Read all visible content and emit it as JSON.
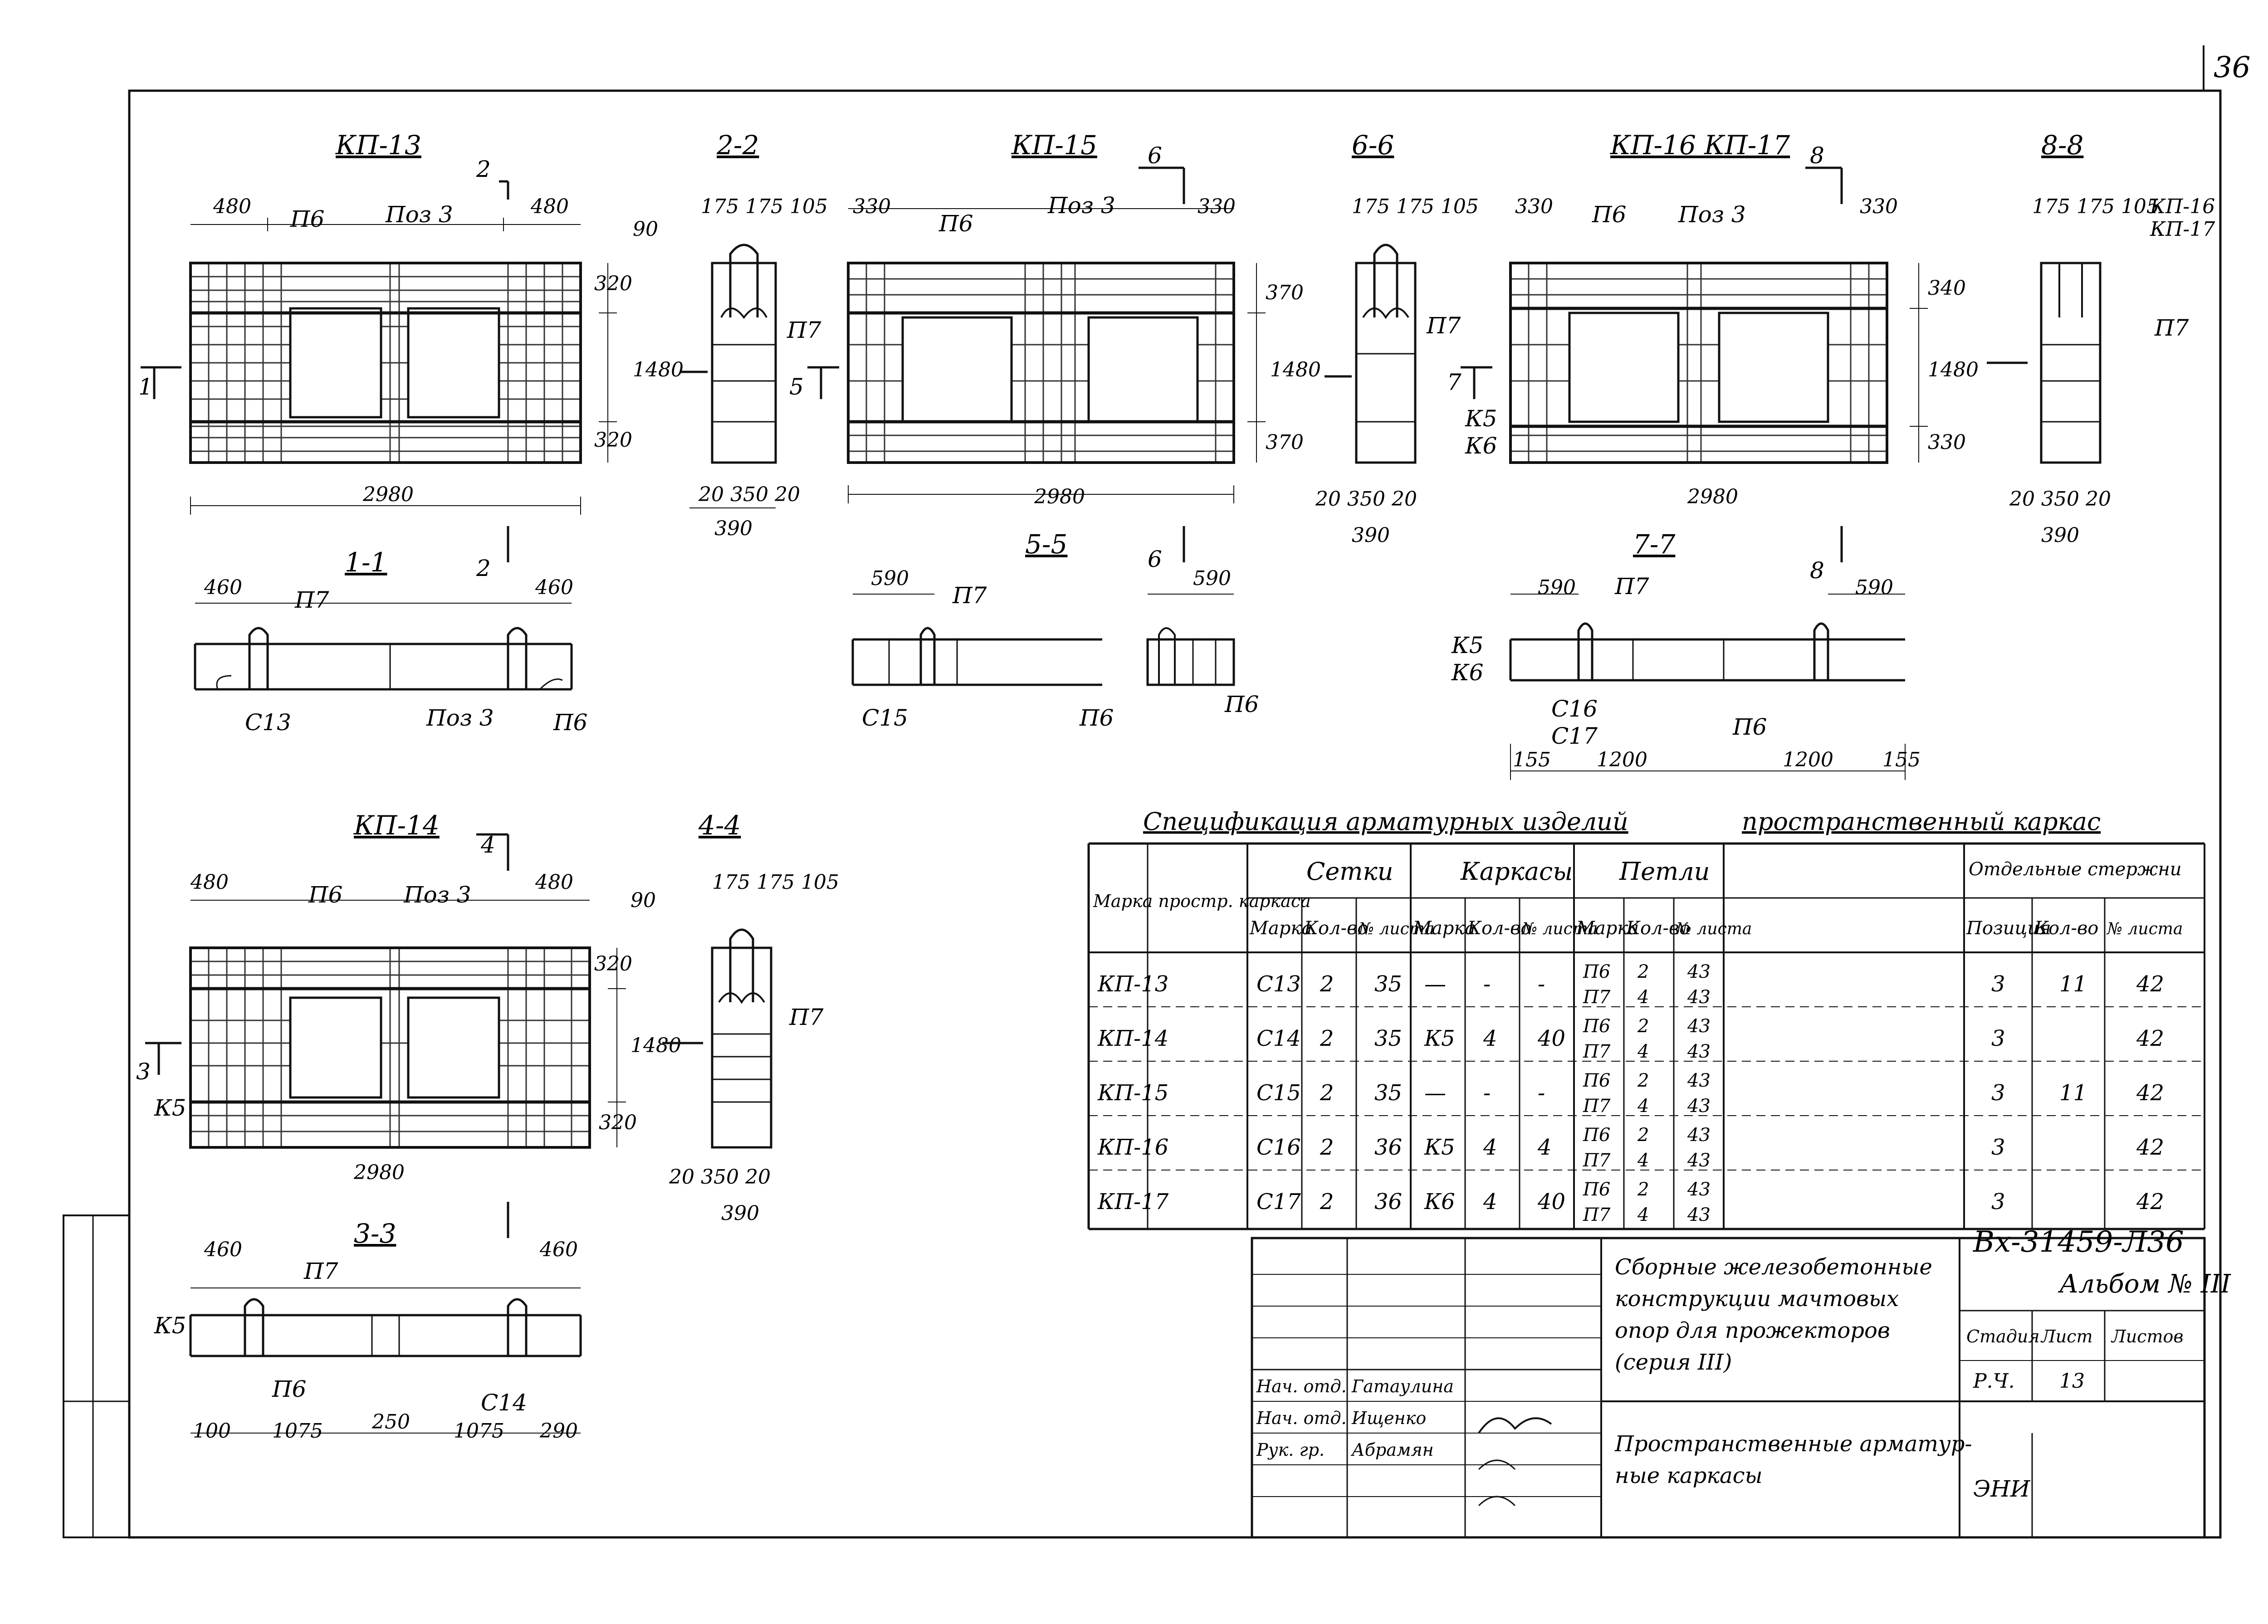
{
  "sheet_number": "36",
  "views": {
    "kp13": {
      "title": "КП-13",
      "d480a": "480",
      "d480b": "480",
      "p6": "П6",
      "poz3": "Поз 3",
      "d90": "90",
      "d320a": "320",
      "d1480": "1480",
      "d320b": "320",
      "d2980": "2980",
      "cut1": "1",
      "cut2a": "2",
      "cut2b": "2"
    },
    "s22": {
      "title": "2-2",
      "top": "175 175 105",
      "p7": "П7",
      "bottom": "20 350 20",
      "total": "390"
    },
    "kp15": {
      "title": "КП-15",
      "d330a": "330",
      "d330b": "330",
      "p6": "П6",
      "poz3": "Поз 3",
      "d370a": "370",
      "d1480": "1480",
      "d370b": "370",
      "d2980": "2980",
      "cut5": "5",
      "cut6a": "6",
      "cut6b": "6"
    },
    "s66": {
      "title": "6-6",
      "top": "175 175 105",
      "p7": "П7",
      "bottom": "20 350 20",
      "total": "390"
    },
    "kp16": {
      "title": "КП-16  КП-17",
      "d330a": "330",
      "d330b": "330",
      "p6": "П6",
      "poz3": "Поз 3",
      "d340": "340",
      "d1480": "1480",
      "d330c": "330",
      "d2980": "2980",
      "k5": "К5",
      "k6": "К6",
      "cut7": "7",
      "cut8a": "8",
      "cut8b": "8"
    },
    "s88": {
      "title": "8-8",
      "top": "175 175 105",
      "k16": "КП-16",
      "k17": "КП-17",
      "p7": "П7",
      "bottom": "20 350 20",
      "total": "390"
    },
    "s11": {
      "title": "1-1",
      "d460a": "460",
      "d460b": "460",
      "p7": "П7",
      "c13": "С13",
      "poz3": "Поз 3",
      "p6": "П6"
    },
    "s55": {
      "title": "5-5",
      "d590a": "590",
      "d590b": "590",
      "p7": "П7",
      "c15": "С15",
      "p6a": "П6",
      "p6b": "П6"
    },
    "s77": {
      "title": "7-7",
      "d590a": "590",
      "d590b": "590",
      "p7": "П7",
      "k5": "К5",
      "k6": "К6",
      "c16": "С16",
      "c17": "С17",
      "p6": "П6",
      "d155a": "155",
      "d1200a": "1200",
      "d1200b": "1200",
      "d155b": "155"
    },
    "kp14": {
      "title": "КП-14",
      "d480a": "480",
      "d480b": "480",
      "p6": "П6",
      "poz3": "Поз 3",
      "d90": "90",
      "d320a": "320",
      "d1480": "1480",
      "d320b": "320",
      "d2980": "2980",
      "k5": "К5",
      "cut3": "3",
      "cut4": "4"
    },
    "s44": {
      "title": "4-4",
      "top": "175 175 105",
      "p7": "П7",
      "bottom": "20 350 20",
      "total": "390"
    },
    "s33": {
      "title": "3-3",
      "d460a": "460",
      "d460b": "460",
      "p7": "П7",
      "k5": "К5",
      "p6": "П6",
      "c14": "С14",
      "d100": "100",
      "d1075a": "1075",
      "d250": "250",
      "d1075b": "1075",
      "d290": "290"
    }
  },
  "spec": {
    "title_left": "Спецификация арматурных изделий",
    "title_right": "пространственный каркас",
    "headers": {
      "marka": "Марка простр. каркаса",
      "setki": "Сетки",
      "karkasy": "Каркасы",
      "petli": "Петли",
      "otd": "Отдельные стержни",
      "sub_marka": "Марка",
      "sub_kol": "Кол-во",
      "sub_list": "№ листа",
      "sub_poz": "Позиция",
      "sub_kolo": "Кол-во"
    },
    "rows": [
      {
        "mark": "КП-13",
        "s_mark": "С13",
        "s_kol": "2",
        "s_list": "35",
        "k_mark": "—",
        "k_kol": "-",
        "k_list": "-",
        "p1": "П6",
        "p1k": "2",
        "p1l": "43",
        "p2": "П7",
        "p2k": "4",
        "p2l": "43",
        "poz": "3",
        "kol": "11",
        "list": "42"
      },
      {
        "mark": "КП-14",
        "s_mark": "С14",
        "s_kol": "2",
        "s_list": "35",
        "k_mark": "К5",
        "k_kol": "4",
        "k_list": "40",
        "p1": "П6",
        "p1k": "2",
        "p1l": "43",
        "p2": "П7",
        "p2k": "4",
        "p2l": "43",
        "poz": "3",
        "kol": "",
        "list": "42"
      },
      {
        "mark": "КП-15",
        "s_mark": "С15",
        "s_kol": "2",
        "s_list": "35",
        "k_mark": "—",
        "k_kol": "-",
        "k_list": "-",
        "p1": "П6",
        "p1k": "2",
        "p1l": "43",
        "p2": "П7",
        "p2k": "4",
        "p2l": "43",
        "poz": "3",
        "kol": "11",
        "list": "42"
      },
      {
        "mark": "КП-16",
        "s_mark": "С16",
        "s_kol": "2",
        "s_list": "36",
        "k_mark": "К5",
        "k_kol": "4",
        "k_list": "4",
        "p1": "П6",
        "p1k": "2",
        "p1l": "43",
        "p2": "П7",
        "p2k": "4",
        "p2l": "43",
        "poz": "3",
        "kol": "",
        "list": "42"
      },
      {
        "mark": "КП-17",
        "s_mark": "С17",
        "s_kol": "2",
        "s_list": "36",
        "k_mark": "К6",
        "k_kol": "4",
        "k_list": "40",
        "p1": "П6",
        "p1k": "2",
        "p1l": "43",
        "p2": "П7",
        "p2k": "4",
        "p2l": "43",
        "poz": "3",
        "kol": "",
        "list": "42"
      }
    ]
  },
  "stamp": {
    "code": "Вх-31459-Л36",
    "album": "Альбом № III",
    "desc1": "Сборные железобетонные",
    "desc2": "конструкции мачтовых",
    "desc3": "опор для прожекторов",
    "desc4": "(серия III)",
    "sheet_title1": "Пространственные арматур-",
    "sheet_title2": "ные каркасы",
    "h_stage": "Стадия",
    "h_sheet": "Лист",
    "h_sheets": "Листов",
    "v_stage": "Р.Ч.",
    "v_sheet": "13",
    "v_sheets": "",
    "role1": "Нач. отд.",
    "role2": "Нач. отд.",
    "role3": "Рук. гр.",
    "name1": "Гатаулина",
    "name2": "Ищенко",
    "name3": "Абрамян",
    "org": "ЭНИ"
  }
}
